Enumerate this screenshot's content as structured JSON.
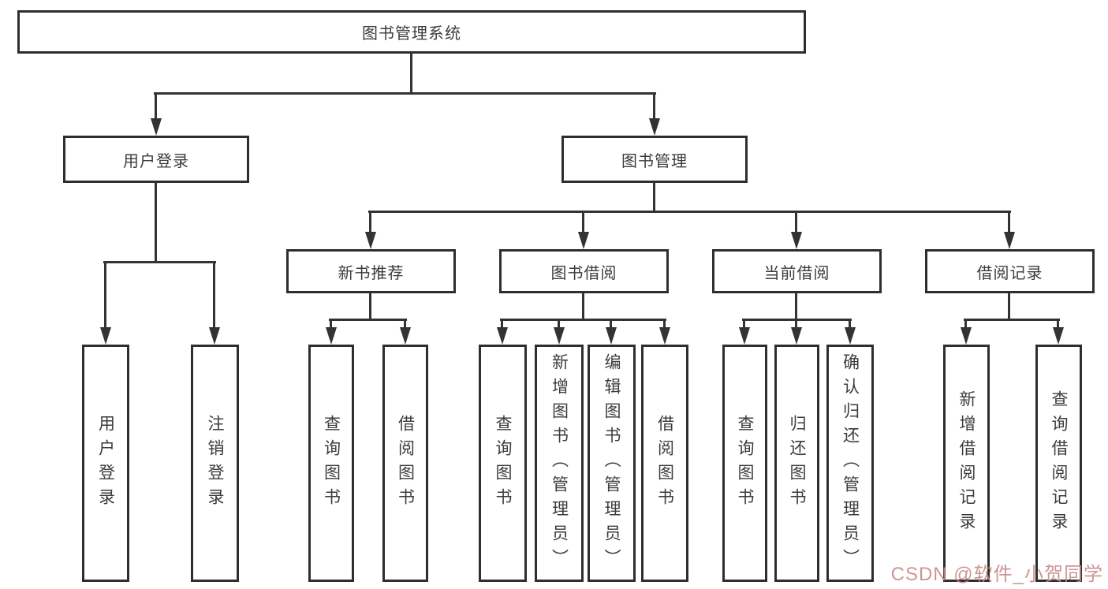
{
  "diagram": {
    "root": "图书管理系统",
    "level2": [
      "用户登录",
      "图书管理"
    ],
    "level3": [
      "新书推荐",
      "图书借阅",
      "当前借阅",
      "借阅记录"
    ],
    "leaves": {
      "user_login": [
        "用户登录",
        "注销登录"
      ],
      "new_rec": [
        "查询图书",
        "借阅图书"
      ],
      "borrow": [
        "查询图书",
        "新增图书（管理员）",
        "编辑图书（管理员）",
        "借阅图书"
      ],
      "current": [
        "查询图书",
        "归还图书",
        "确认归还（管理员）"
      ],
      "records": [
        "新增借阅记录",
        "查询借阅记录"
      ]
    }
  },
  "colors": {
    "line": "#333333",
    "border": "#2e2e2e",
    "text": "#3c3c3c",
    "watermark": "#c98a8a"
  },
  "watermark": {
    "text": "CSDN @软件_小贺同学"
  }
}
